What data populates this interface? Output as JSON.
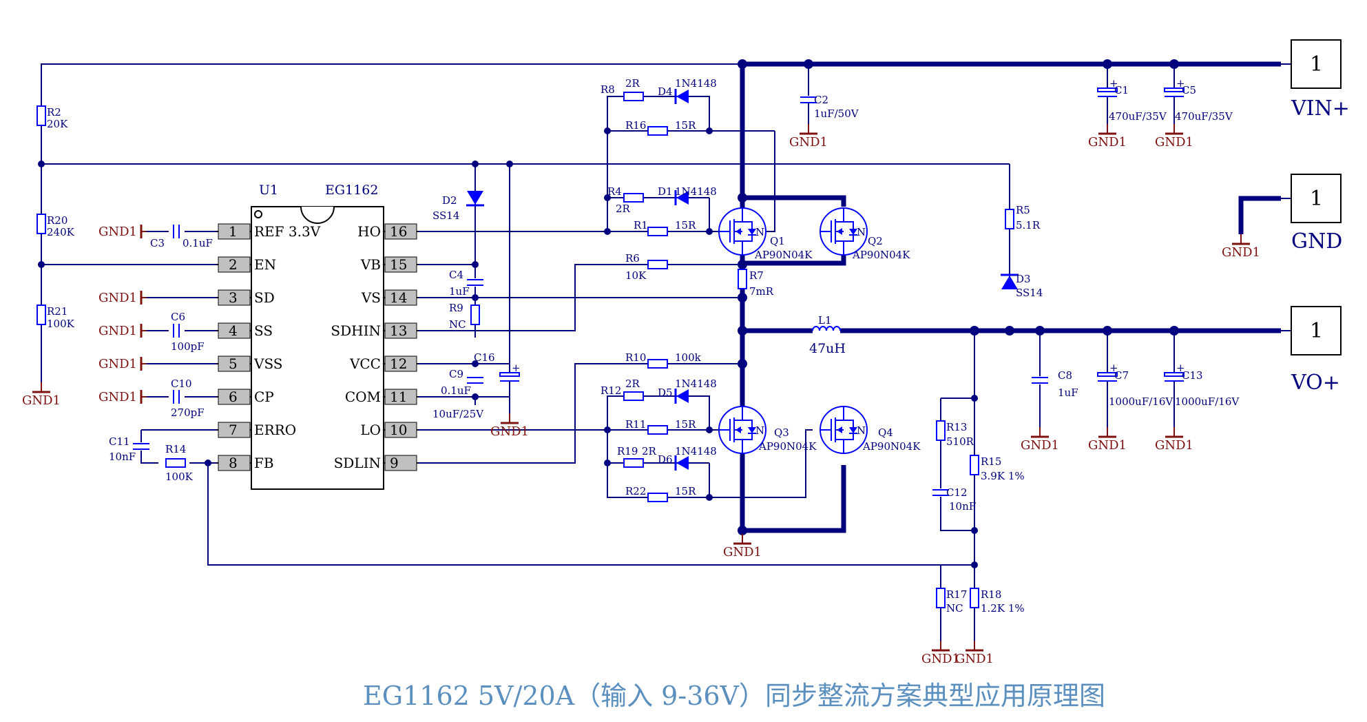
{
  "title": "EG1162 5V/20A（输入 9-36V）同步整流方案典型应用原理图",
  "ic": {
    "ref": "U1",
    "part": "EG1162",
    "left_pins": [
      {
        "num": "1",
        "name": "REF 3.3V"
      },
      {
        "num": "2",
        "name": "EN"
      },
      {
        "num": "3",
        "name": "SD"
      },
      {
        "num": "4",
        "name": "SS"
      },
      {
        "num": "5",
        "name": "VSS"
      },
      {
        "num": "6",
        "name": "CP"
      },
      {
        "num": "7",
        "name": "ERRO"
      },
      {
        "num": "8",
        "name": "FB"
      }
    ],
    "right_pins": [
      {
        "num": "16",
        "name": "HO"
      },
      {
        "num": "15",
        "name": "VB"
      },
      {
        "num": "14",
        "name": "VS"
      },
      {
        "num": "13",
        "name": "SDHIN"
      },
      {
        "num": "12",
        "name": "VCC"
      },
      {
        "num": "11",
        "name": "COM"
      },
      {
        "num": "10",
        "name": "LO"
      },
      {
        "num": "9",
        "name": "SDLIN"
      }
    ]
  },
  "ground_label": "GND1",
  "ports": [
    {
      "pin": "1",
      "name": "VIN+"
    },
    {
      "pin": "1",
      "name": "GND"
    },
    {
      "pin": "1",
      "name": "VO+"
    }
  ],
  "resistors": [
    {
      "ref": "R2",
      "value": "20K"
    },
    {
      "ref": "R20",
      "value": "240K"
    },
    {
      "ref": "R21",
      "value": "100K"
    },
    {
      "ref": "R14",
      "value": "100K"
    },
    {
      "ref": "R8",
      "value": "2R"
    },
    {
      "ref": "R16",
      "value": "15R"
    },
    {
      "ref": "R4",
      "value": "2R"
    },
    {
      "ref": "R1",
      "value": "15R"
    },
    {
      "ref": "R6",
      "value": "10K"
    },
    {
      "ref": "R9",
      "value": "NC"
    },
    {
      "ref": "R7",
      "value": "7mR"
    },
    {
      "ref": "R10",
      "value": "100k"
    },
    {
      "ref": "R12",
      "value": "2R"
    },
    {
      "ref": "R11",
      "value": "15R"
    },
    {
      "ref": "R19",
      "value": "2R"
    },
    {
      "ref": "R22",
      "value": "15R"
    },
    {
      "ref": "R5",
      "value": "5.1R"
    },
    {
      "ref": "R13",
      "value": "510R"
    },
    {
      "ref": "R15",
      "value": "3.9K 1%"
    },
    {
      "ref": "R17",
      "value": "NC"
    },
    {
      "ref": "R18",
      "value": "1.2K 1%"
    }
  ],
  "capacitors": [
    {
      "ref": "C3",
      "value": "0.1uF"
    },
    {
      "ref": "C6",
      "value": "100pF"
    },
    {
      "ref": "C10",
      "value": "270pF"
    },
    {
      "ref": "C11",
      "value": "10nF"
    },
    {
      "ref": "C4",
      "value": "1uF"
    },
    {
      "ref": "C9",
      "value": "0.1uF"
    },
    {
      "ref": "C16",
      "value": "10uF/25V"
    },
    {
      "ref": "C2",
      "value": "1uF/50V"
    },
    {
      "ref": "C1",
      "value": "470uF/35V"
    },
    {
      "ref": "C5",
      "value": "470uF/35V"
    },
    {
      "ref": "C8",
      "value": "1uF"
    },
    {
      "ref": "C7",
      "value": "1000uF/16V"
    },
    {
      "ref": "C13",
      "value": "1000uF/16V"
    },
    {
      "ref": "C12",
      "value": "10nF"
    }
  ],
  "diodes": [
    {
      "ref": "D2",
      "value": "SS14"
    },
    {
      "ref": "D4",
      "value": "1N4148"
    },
    {
      "ref": "D1",
      "value": "1N4148"
    },
    {
      "ref": "D5",
      "value": "1N4148"
    },
    {
      "ref": "D6",
      "value": "1N4148"
    },
    {
      "ref": "D3",
      "value": "SS14"
    }
  ],
  "mosfets": [
    {
      "ref": "Q1",
      "part": "AP90N04K"
    },
    {
      "ref": "Q2",
      "part": "AP90N04K"
    },
    {
      "ref": "Q3",
      "part": "AP90N04K"
    },
    {
      "ref": "Q4",
      "part": "AP90N04K"
    }
  ],
  "inductor": {
    "ref": "L1",
    "value": "47uH"
  },
  "colors": {
    "wire": "#00007f",
    "component": "#0000ff",
    "ground": "#7f1010",
    "title": "#5a8fbf",
    "pin_box": "#c0c0c0"
  }
}
